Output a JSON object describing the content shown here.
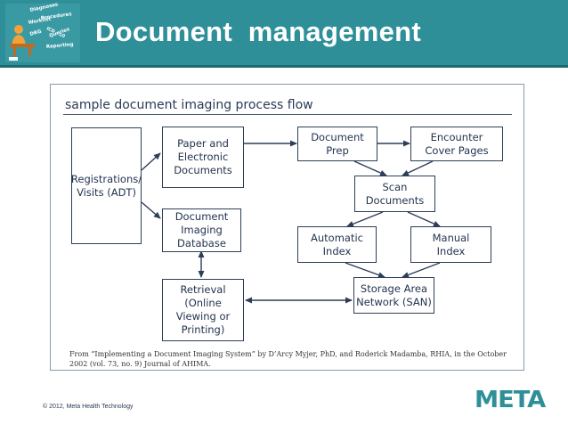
{
  "header": {
    "title": "Document  management",
    "logo_words": [
      "Diagnoses",
      "Procedures",
      "Worklist",
      "ICD - 10",
      "DRG",
      "Queries",
      "Reporting"
    ]
  },
  "diagram": {
    "title": "sample document imaging process flow",
    "nodes": {
      "registrations": "Registrations/\nVisits (ADT)",
      "paper": "Paper and\nElectronic\nDocuments",
      "imaging_db": "Document\nImaging\nDatabase",
      "retrieval": "Retrieval\n(Online\nViewing or\nPrinting)",
      "prep": "Document\nPrep",
      "encounter": "Encounter\nCover Pages",
      "scan": "Scan\nDocuments",
      "auto_index": "Automatic\nIndex",
      "manual_index": "Manual\nIndex",
      "storage": "Storage Area\nNetwork (SAN)"
    },
    "citation": "From “Implementing a Document Imaging System” by D’Arcy Myjer, PhD, and Roderick Madamba, RHIA, in the October 2002 (vol. 73, no. 9) Journal of AHIMA."
  },
  "footer": {
    "copyright": "© 2012, Meta Health Technology",
    "brand": "META"
  },
  "colors": {
    "header": "#2e8f99",
    "box_border": "#2d3e58",
    "arrow": "#2d3e58"
  }
}
